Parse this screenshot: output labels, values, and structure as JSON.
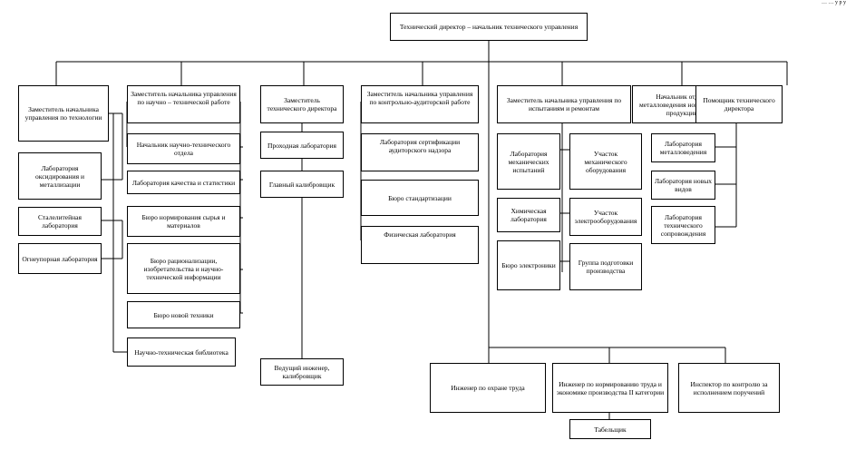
{
  "corner_text": "… … у р у",
  "nodes": {
    "root": "Технический директор – начальник технического управления",
    "dep_tech": "Заместитель начальника управления по технологии",
    "lab_oxid": "Лаборатория оксидирования и металлизации",
    "lab_steel": "Сталелитейная лаборатория",
    "lab_refr": "Огнеупорная лаборатория",
    "dep_sci": "Заместитель начальника управления по научно – технической работе",
    "head_sci": "Начальник научно-технического отдела",
    "lab_quality": "Лаборатория качества и статистики",
    "bureau_norm": "Бюро нормирования сырья и материалов",
    "bureau_rat": "Бюро рационализации, изобретательства и научно-технической информации",
    "bureau_new": "Бюро новой техники",
    "library": "Научно-техническая библиотека",
    "dep_dir": "Заместитель технического директора",
    "lab_gate": "Проходная лаборатория",
    "chief_cal": "Главный калибровщик",
    "lead_eng": "Ведущий инженер, калибровщик",
    "dep_control": "Заместитель начальника управления по контрольно-аудиторской работе",
    "lab_cert": "Лаборатория сертификации аудиторского надзора",
    "bureau_std": "Бюро стандартизации",
    "lab_phys": "Физическая лаборатория",
    "dep_test": "Заместитель начальника управления по испытаниям и ремонтам",
    "lab_mech": "Лаборатория механических испытаний",
    "lab_chem": "Химическая лаборатория",
    "bureau_elec": "Бюро электроники",
    "sec_mech": "Участок механического оборудования",
    "sec_elec": "Участок электрооборудования",
    "grp_prep": "Группа подготовки производства",
    "head_metal": "Начальник отдела металловедения новых видов продукции",
    "asst": "Помощник технического директора",
    "lab_metal": "Лаборатория металловедения",
    "lab_newtypes": "Лаборатория новых видов",
    "lab_support": "Лаборатория технического сопровождения",
    "eng_safety": "Инженер по охране труда",
    "eng_norm": "Инженер по нормированию труда и экономике производства II категории",
    "inspector": "Инспектор по контролю за исполнением поручений",
    "timekeeper": "Табельщик"
  }
}
